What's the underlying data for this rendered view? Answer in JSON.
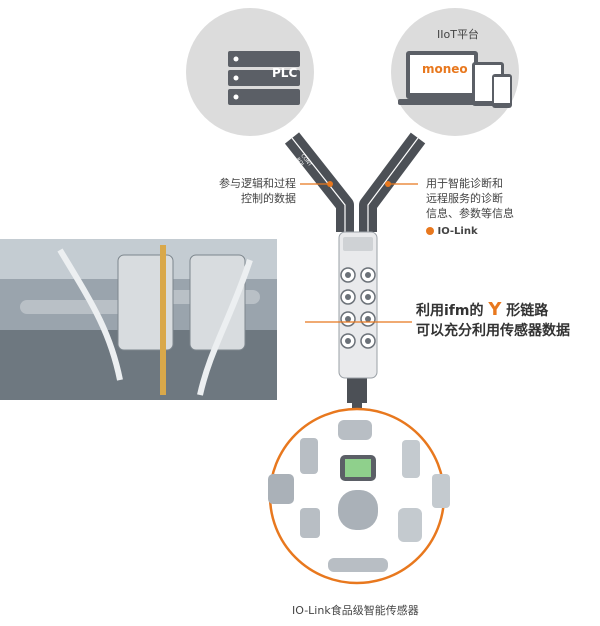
{
  "plc": {
    "label": "PLC"
  },
  "iiot": {
    "title": "IIoT平台",
    "app_name": "moneo"
  },
  "cable_labels": [
    "CONT",
    "ROL",
    "LOGIC"
  ],
  "left_note": {
    "line1": "参与逻辑和过程",
    "line2": "控制的数据"
  },
  "right_note": {
    "line1": "用于智能诊断和",
    "line2": "远程服务的诊断",
    "line3": "信息、参数等信息",
    "brand": "IO-Link"
  },
  "headline": {
    "part1": "利用ifm的",
    "y": "Y",
    "part2": "形链路",
    "line2": "可以充分利用传感器数据"
  },
  "caption": "IO-Link食品级智能传感器",
  "colors": {
    "accent": "#e8781e",
    "cable": "#4c5056",
    "circle": "#dcdcdc",
    "server": "#5b5f66"
  }
}
